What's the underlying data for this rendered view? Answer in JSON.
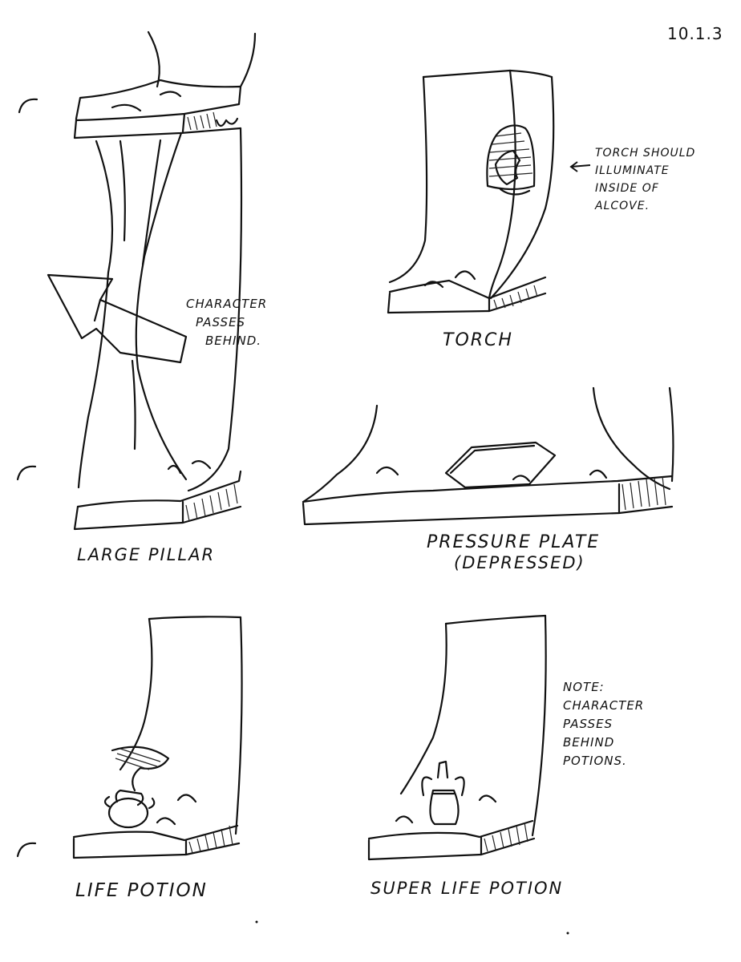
{
  "page_number": "10.1.3",
  "panels": {
    "large_pillar": {
      "caption": "LARGE PILLAR",
      "note_lines": [
        "CHARACTER",
        "PASSES",
        "BEHIND."
      ]
    },
    "torch": {
      "caption": "TORCH",
      "note_lines": [
        "TORCH SHOULD",
        "ILLUMINATE",
        "INSIDE OF",
        "ALCOVE."
      ]
    },
    "pressure_plate": {
      "caption_line1": "PRESSURE PLATE",
      "caption_line2": "(DEPRESSED)"
    },
    "life_potion": {
      "caption": "LIFE POTION"
    },
    "super_life_potion": {
      "caption": "SUPER LIFE POTION",
      "note_lines": [
        "NOTE:",
        "CHARACTER",
        "PASSES",
        "BEHIND",
        "POTIONS."
      ]
    }
  },
  "colors": {
    "ink": "#111111",
    "paper": "#ffffff"
  }
}
